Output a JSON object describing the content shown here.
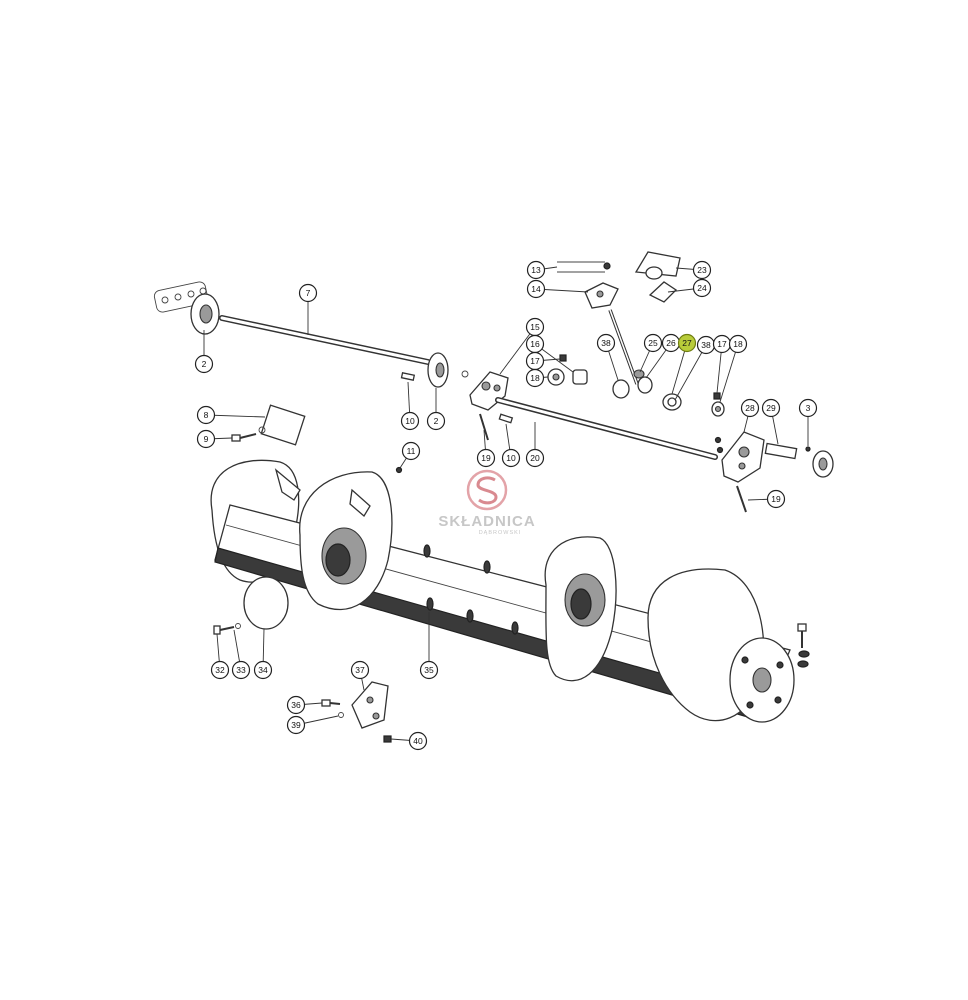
{
  "diagram": {
    "watermark": {
      "name": "SKŁADNICA",
      "sub": "DĄBROWSKI"
    },
    "highlight_color": "#b8cc3a",
    "callouts": [
      {
        "id": "c7",
        "label": "7"
      },
      {
        "id": "c2a",
        "label": "2"
      },
      {
        "id": "c10a",
        "label": "10"
      },
      {
        "id": "c2b",
        "label": "2"
      },
      {
        "id": "c13",
        "label": "13"
      },
      {
        "id": "c14",
        "label": "14"
      },
      {
        "id": "c23",
        "label": "23"
      },
      {
        "id": "c24",
        "label": "24"
      },
      {
        "id": "c15",
        "label": "15"
      },
      {
        "id": "c16",
        "label": "16"
      },
      {
        "id": "c17a",
        "label": "17"
      },
      {
        "id": "c18a",
        "label": "18"
      },
      {
        "id": "c38a",
        "label": "38"
      },
      {
        "id": "c25",
        "label": "25"
      },
      {
        "id": "c26",
        "label": "26"
      },
      {
        "id": "c27",
        "label": "27",
        "highlight": true
      },
      {
        "id": "c38b",
        "label": "38"
      },
      {
        "id": "c17b",
        "label": "17"
      },
      {
        "id": "c18b",
        "label": "18"
      },
      {
        "id": "c19a",
        "label": "19"
      },
      {
        "id": "c10b",
        "label": "10"
      },
      {
        "id": "c20",
        "label": "20"
      },
      {
        "id": "c28",
        "label": "28"
      },
      {
        "id": "c29",
        "label": "29"
      },
      {
        "id": "c3",
        "label": "3"
      },
      {
        "id": "c19b",
        "label": "19"
      },
      {
        "id": "c8",
        "label": "8"
      },
      {
        "id": "c9",
        "label": "9"
      },
      {
        "id": "c11",
        "label": "11"
      },
      {
        "id": "c32",
        "label": "32"
      },
      {
        "id": "c33",
        "label": "33"
      },
      {
        "id": "c34",
        "label": "34"
      },
      {
        "id": "c35",
        "label": "35"
      },
      {
        "id": "c37",
        "label": "37"
      },
      {
        "id": "c36",
        "label": "36"
      },
      {
        "id": "c39",
        "label": "39"
      },
      {
        "id": "c40",
        "label": "40"
      }
    ]
  }
}
